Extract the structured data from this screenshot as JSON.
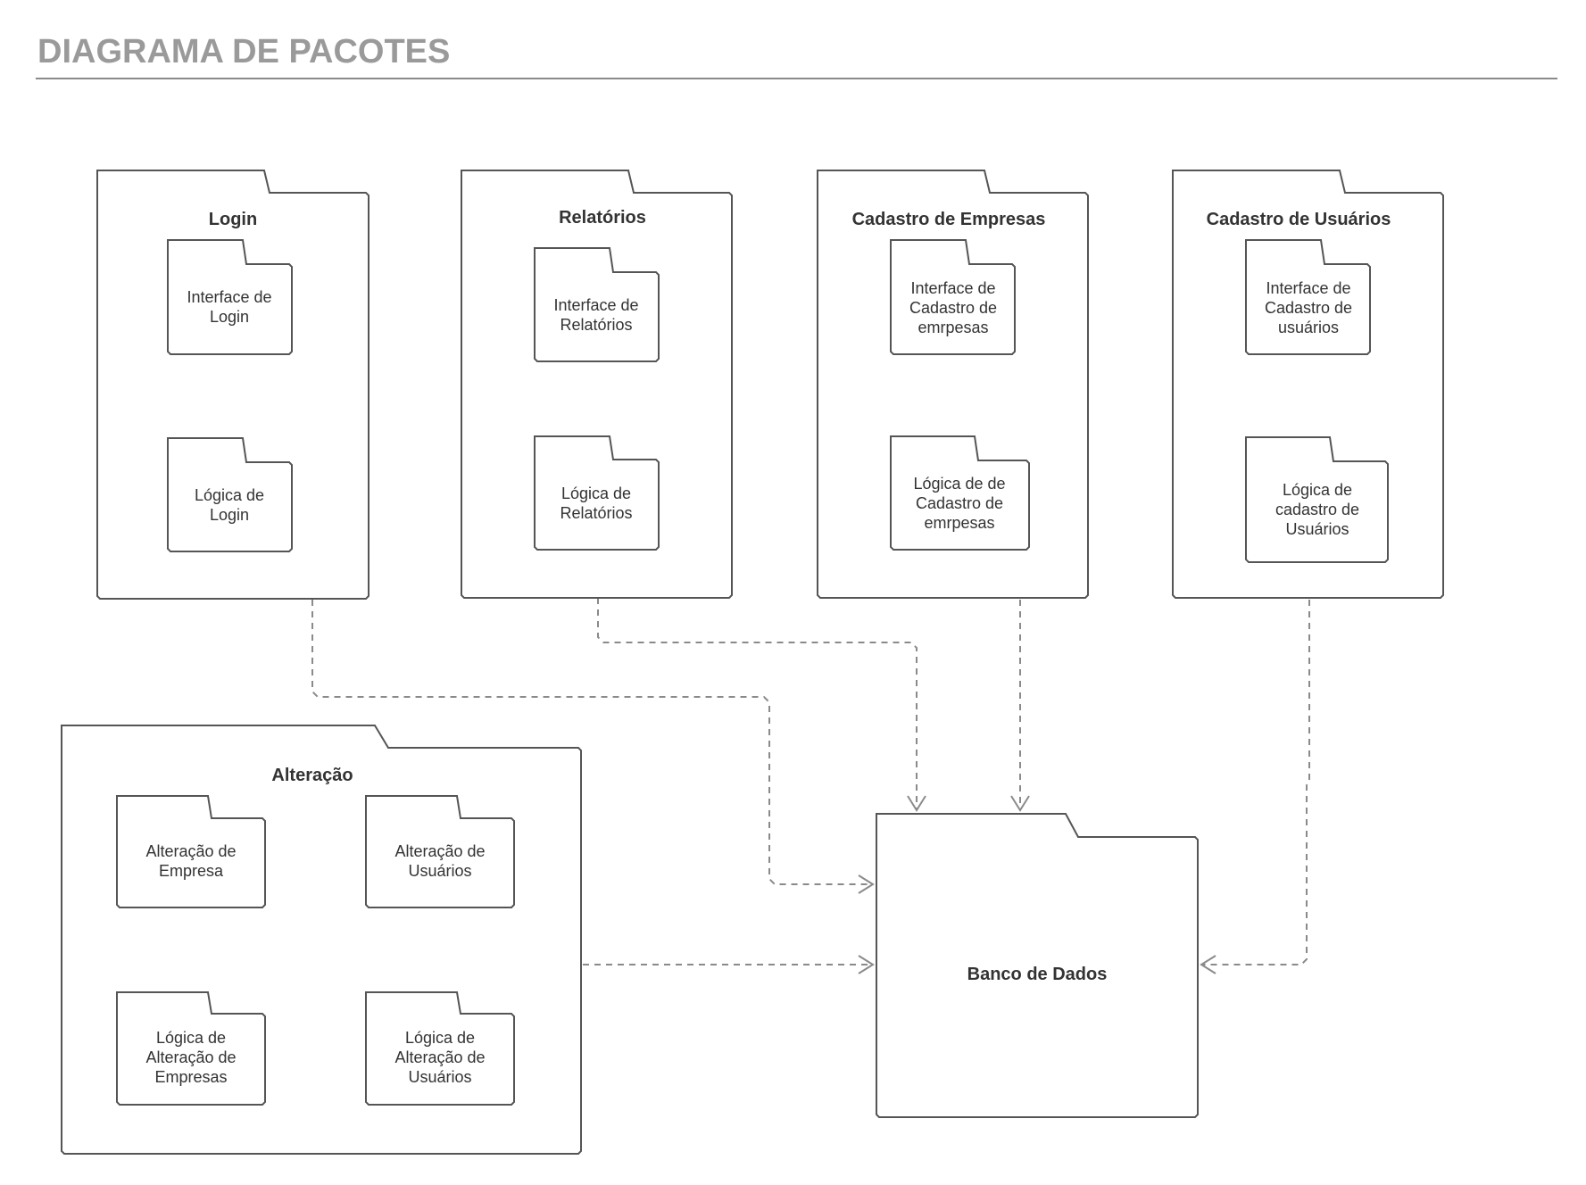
{
  "diagram": {
    "title": "DIAGRAMA DE PACOTES",
    "packages": {
      "login": {
        "title": "Login",
        "interface": [
          "Interface de",
          "Login"
        ],
        "logica": [
          "Lógica de",
          "Login"
        ]
      },
      "relatorios": {
        "title": "Relatórios",
        "interface": [
          "Interface de",
          "Relatórios"
        ],
        "logica": [
          "Lógica de",
          "Relatórios"
        ]
      },
      "empresas": {
        "title": "Cadastro de Empresas",
        "interface": [
          "Interface de",
          "Cadastro de",
          "emrpesas"
        ],
        "logica": [
          "Lógica de de",
          "Cadastro de",
          "emrpesas"
        ]
      },
      "usuarios": {
        "title": "Cadastro de Usuários",
        "interface": [
          "Interface de",
          "Cadastro de",
          "usuários"
        ],
        "logica": [
          "Lógica de",
          "cadastro de",
          "Usuários"
        ]
      },
      "alteracao": {
        "title": "Alteração",
        "alt_empresa": [
          "Alteração de",
          "Empresa"
        ],
        "alt_usuarios": [
          "Alteração de",
          "Usuários"
        ],
        "log_empresas": [
          "Lógica de",
          "Alteração de",
          "Empresas"
        ],
        "log_usuarios": [
          "Lógica de",
          "Alteração de",
          "Usuários"
        ]
      },
      "banco": {
        "title": "Banco de Dados"
      }
    },
    "colors": {
      "stroke": "#555555",
      "dependency": "#8a8a8a",
      "title": "#9a9a9a"
    }
  }
}
